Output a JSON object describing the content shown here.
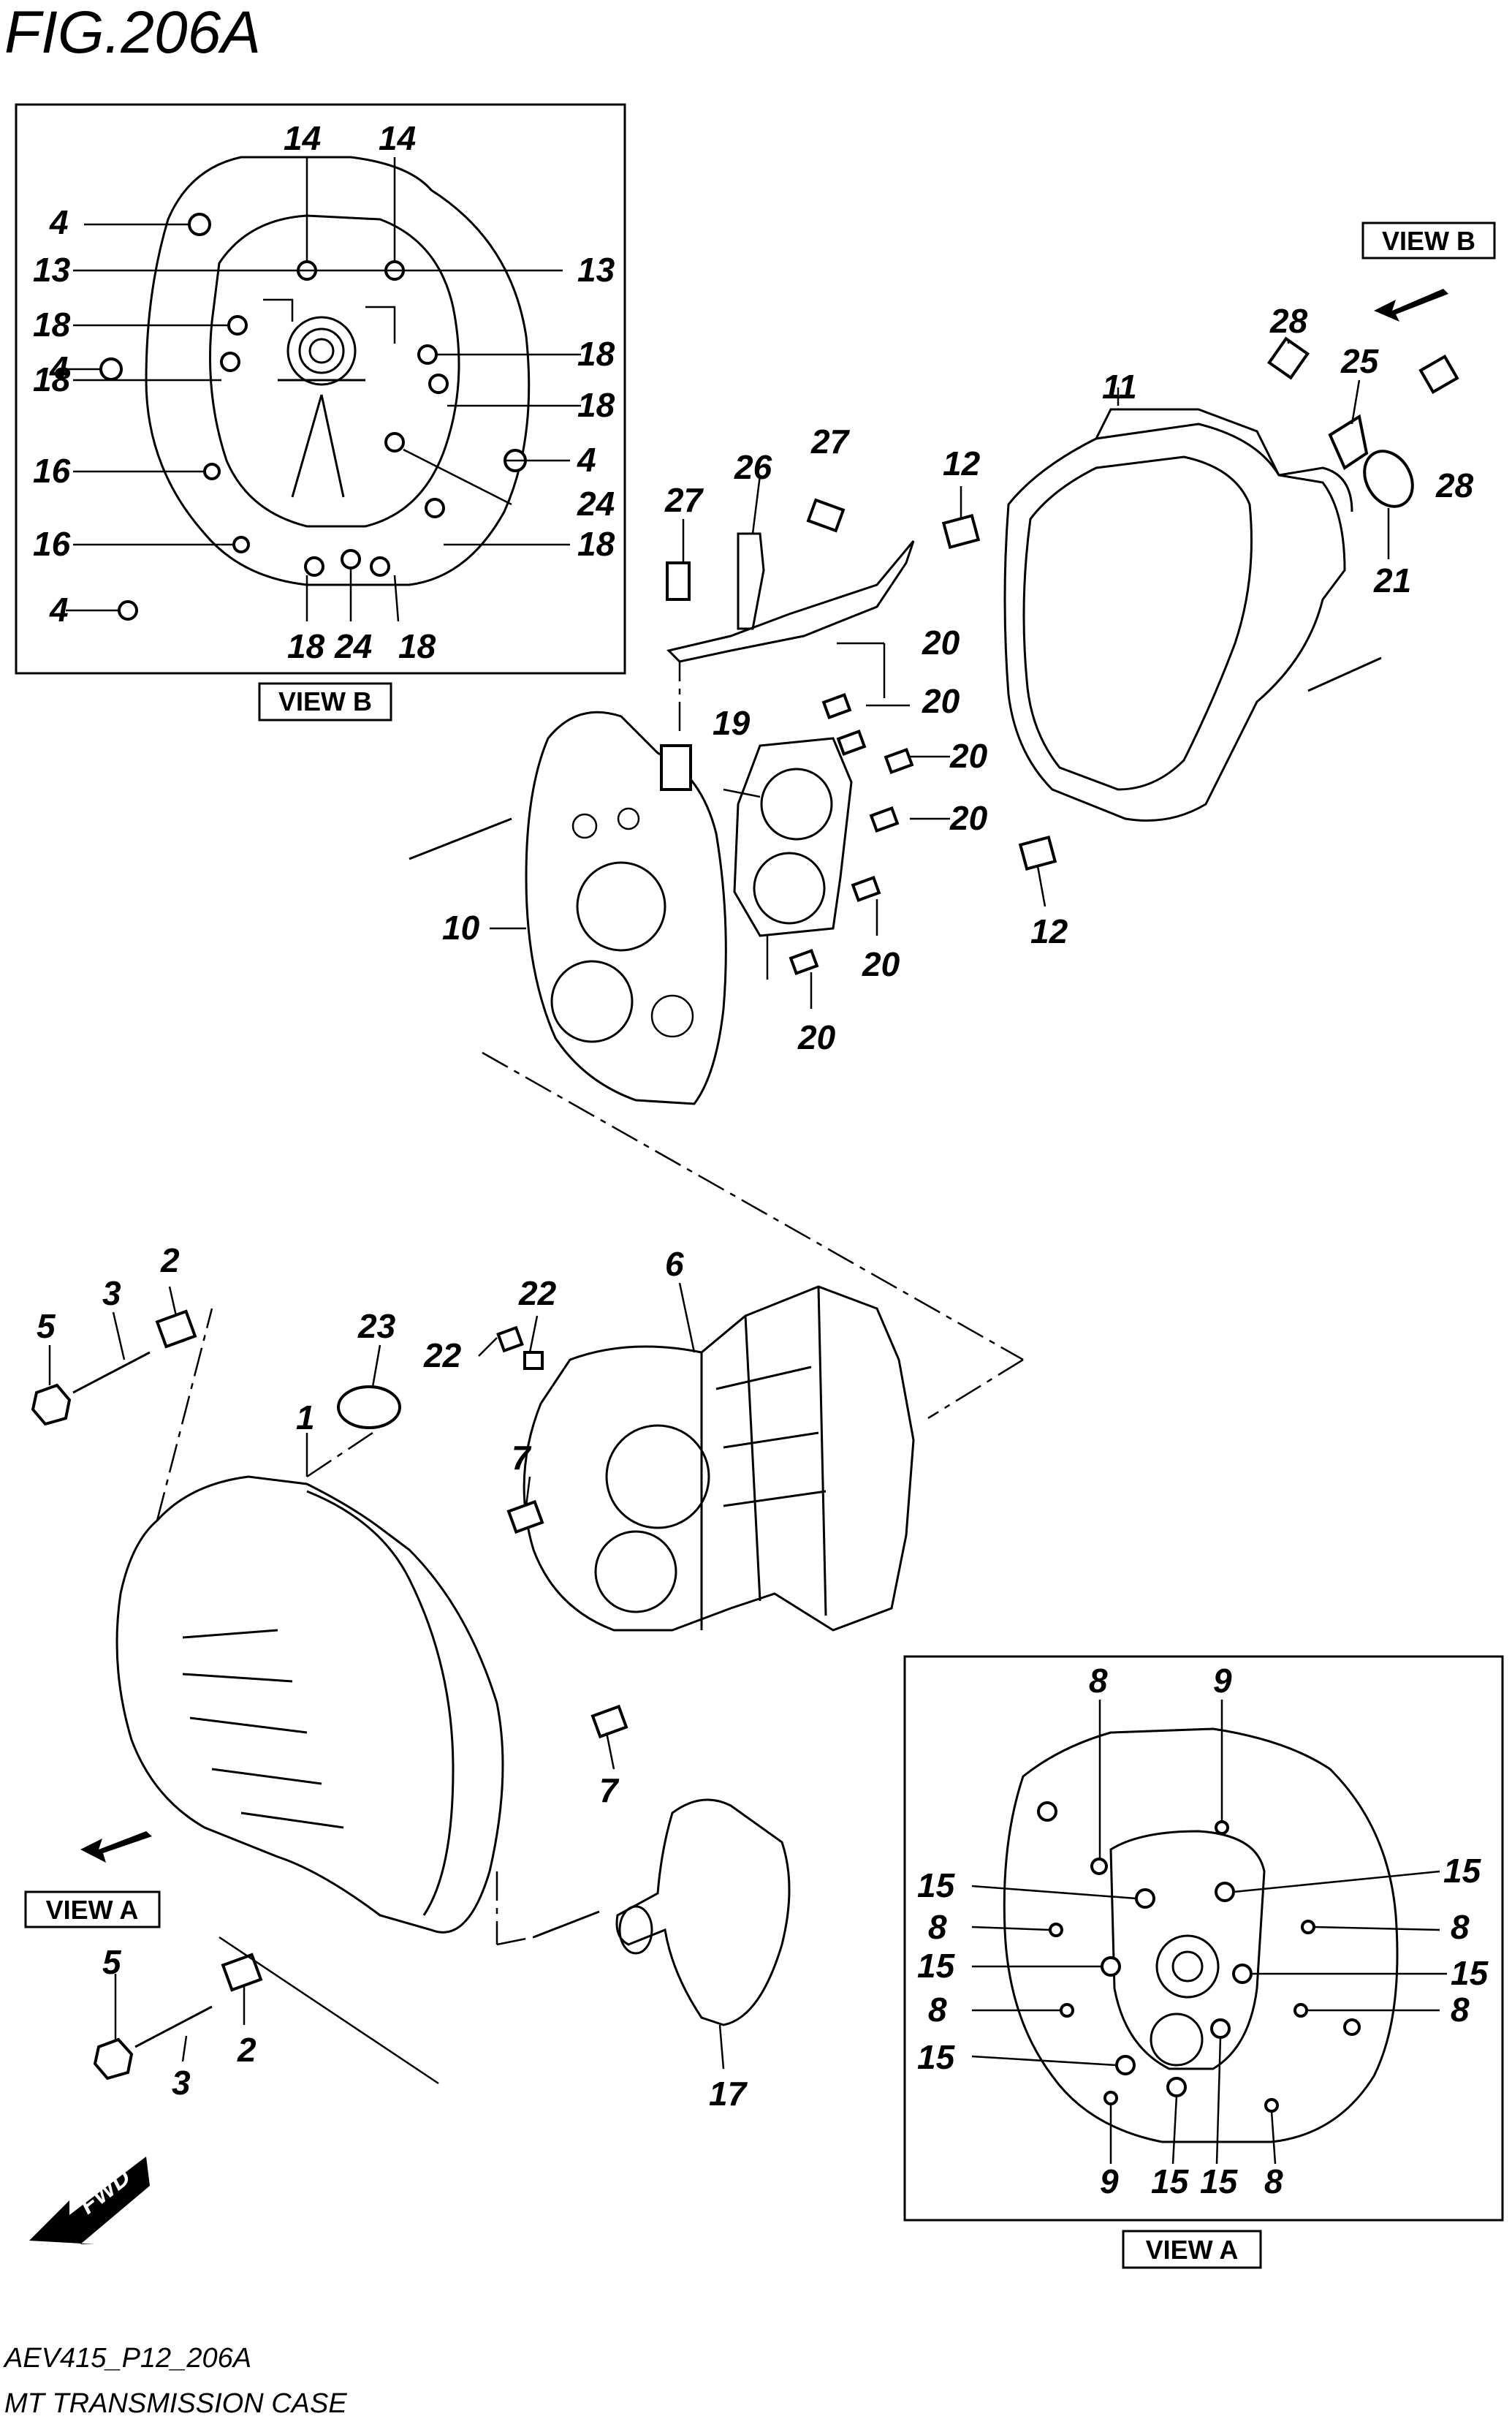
{
  "figure": {
    "title": "FIG.206A",
    "code": "AEV415_P12_206A",
    "caption": "MT TRANSMISSION CASE"
  },
  "view_labels": {
    "view_b": "VIEW B",
    "view_a": "VIEW A",
    "fwd": "FWD"
  },
  "callouts": [
    {
      "id": "c1",
      "text": "14"
    },
    {
      "id": "c2",
      "text": "14"
    },
    {
      "id": "c3",
      "text": "4"
    },
    {
      "id": "c4",
      "text": "13"
    },
    {
      "id": "c5",
      "text": "13"
    },
    {
      "id": "c6",
      "text": "18"
    },
    {
      "id": "c7",
      "text": "18"
    },
    {
      "id": "c8",
      "text": "4"
    },
    {
      "id": "c9",
      "text": "18"
    },
    {
      "id": "c10",
      "text": "18"
    },
    {
      "id": "c11",
      "text": "4"
    },
    {
      "id": "c12",
      "text": "16"
    },
    {
      "id": "c13",
      "text": "24"
    },
    {
      "id": "c14",
      "text": "16"
    },
    {
      "id": "c15",
      "text": "18"
    },
    {
      "id": "c16",
      "text": "4"
    },
    {
      "id": "c17",
      "text": "18"
    },
    {
      "id": "c18",
      "text": "24"
    },
    {
      "id": "c19",
      "text": "18"
    },
    {
      "id": "c20",
      "text": "28"
    },
    {
      "id": "c21",
      "text": "25"
    },
    {
      "id": "c22",
      "text": "11"
    },
    {
      "id": "c23",
      "text": "27"
    },
    {
      "id": "c24",
      "text": "12"
    },
    {
      "id": "c25",
      "text": "26"
    },
    {
      "id": "c26",
      "text": "28"
    },
    {
      "id": "c27",
      "text": "27"
    },
    {
      "id": "c28",
      "text": "21"
    },
    {
      "id": "c29",
      "text": "20"
    },
    {
      "id": "c30",
      "text": "20"
    },
    {
      "id": "c31",
      "text": "19"
    },
    {
      "id": "c32",
      "text": "20"
    },
    {
      "id": "c33",
      "text": "20"
    },
    {
      "id": "c34",
      "text": "10"
    },
    {
      "id": "c35",
      "text": "20"
    },
    {
      "id": "c36",
      "text": "12"
    },
    {
      "id": "c37",
      "text": "20"
    },
    {
      "id": "c38",
      "text": "2"
    },
    {
      "id": "c39",
      "text": "3"
    },
    {
      "id": "c40",
      "text": "5"
    },
    {
      "id": "c41",
      "text": "22"
    },
    {
      "id": "c42",
      "text": "6"
    },
    {
      "id": "c43",
      "text": "23"
    },
    {
      "id": "c44",
      "text": "22"
    },
    {
      "id": "c45",
      "text": "1"
    },
    {
      "id": "c46",
      "text": "7"
    },
    {
      "id": "c47",
      "text": "7"
    },
    {
      "id": "c48",
      "text": "17"
    },
    {
      "id": "c49",
      "text": "5"
    },
    {
      "id": "c50",
      "text": "2"
    },
    {
      "id": "c51",
      "text": "3"
    },
    {
      "id": "c52",
      "text": "8"
    },
    {
      "id": "c53",
      "text": "9"
    },
    {
      "id": "c54",
      "text": "15"
    },
    {
      "id": "c55",
      "text": "15"
    },
    {
      "id": "c56",
      "text": "8"
    },
    {
      "id": "c57",
      "text": "8"
    },
    {
      "id": "c58",
      "text": "15"
    },
    {
      "id": "c59",
      "text": "15"
    },
    {
      "id": "c60",
      "text": "8"
    },
    {
      "id": "c61",
      "text": "8"
    },
    {
      "id": "c62",
      "text": "15"
    },
    {
      "id": "c63",
      "text": "9"
    },
    {
      "id": "c64",
      "text": "15"
    },
    {
      "id": "c65",
      "text": "15"
    },
    {
      "id": "c66",
      "text": "8"
    }
  ]
}
